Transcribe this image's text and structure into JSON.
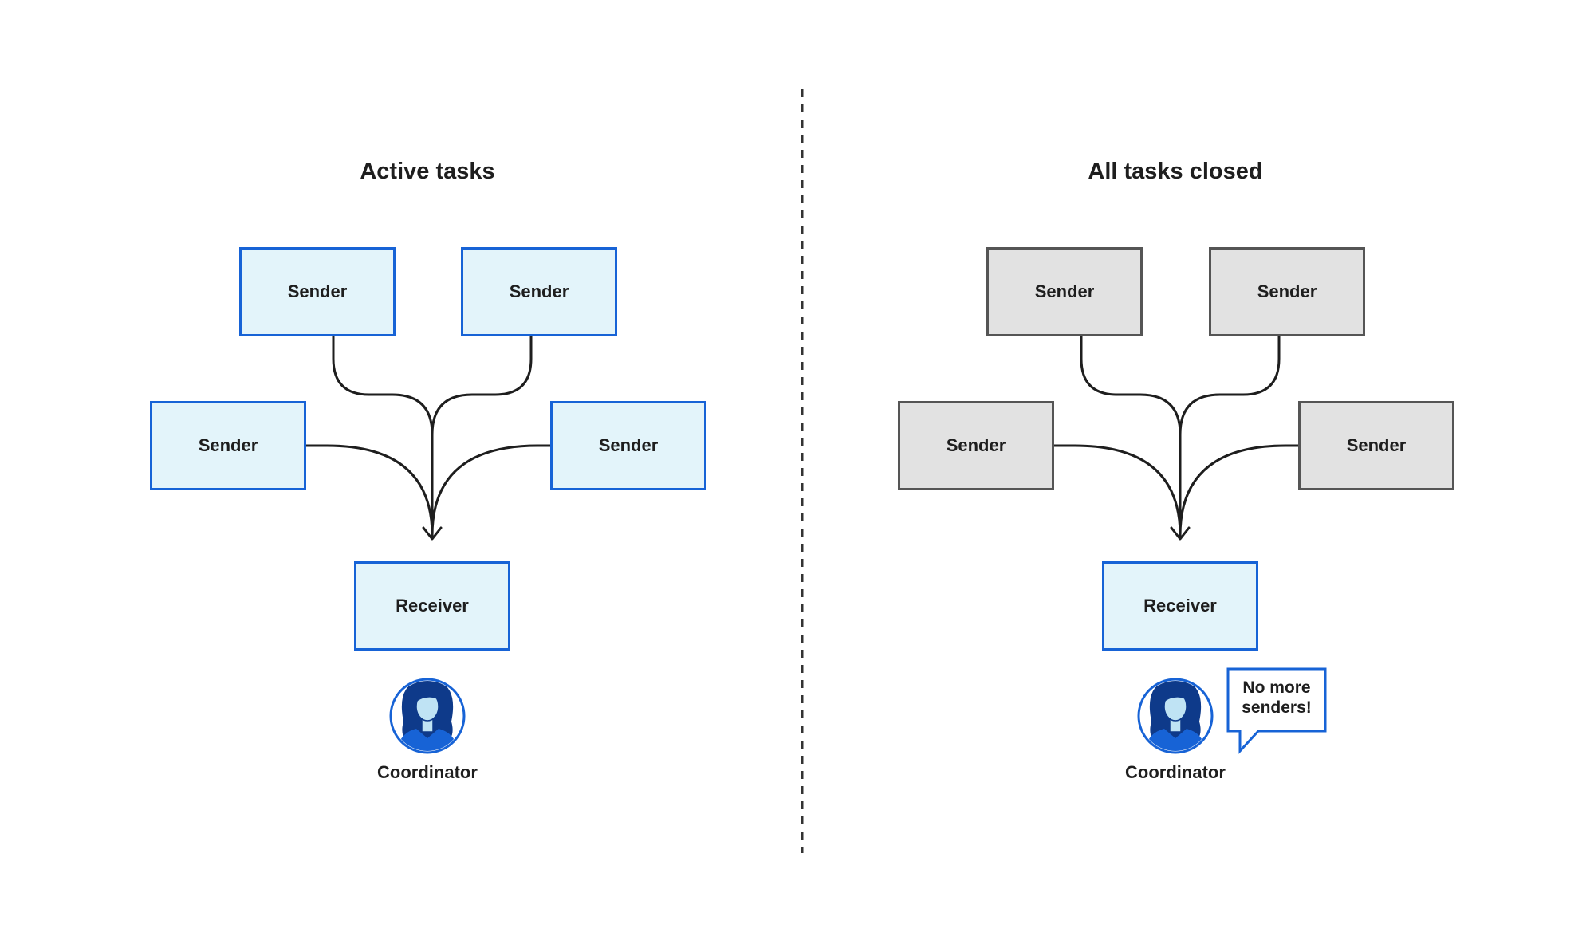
{
  "left_panel": {
    "title": "Active tasks",
    "senders": [
      "Sender",
      "Sender",
      "Sender",
      "Sender"
    ],
    "receiver": "Receiver",
    "coordinator": "Coordinator"
  },
  "right_panel": {
    "title": "All tasks closed",
    "senders": [
      "Sender",
      "Sender",
      "Sender",
      "Sender"
    ],
    "receiver": "Receiver",
    "coordinator": "Coordinator",
    "speech_bubble": {
      "line1": "No more",
      "line2": "senders!"
    }
  },
  "colors": {
    "active_border": "#1763d6",
    "active_fill": "#e3f4fa",
    "closed_border": "#555555",
    "closed_fill": "#e2e2e2",
    "connector": "#1e1e1e",
    "divider": "#333333"
  },
  "icons": {
    "coordinator_avatar": "person-avatar-icon"
  }
}
